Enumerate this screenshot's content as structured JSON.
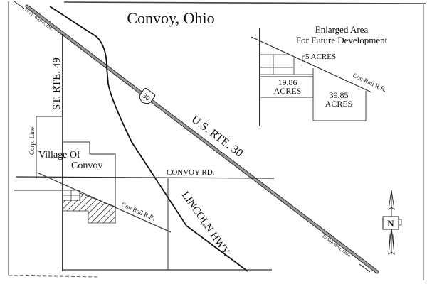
{
  "title": "Convoy, Ohio",
  "inset": {
    "title_line1": "Enlarged Area",
    "title_line2": "For Future Development",
    "parcel_small": "5 ACRES",
    "parcel_left_num": "19.86",
    "parcel_left_unit": "ACRES",
    "parcel_right_num": "39.85",
    "parcel_right_unit": "ACRES",
    "rail_label": "Con Rail R.R."
  },
  "roads": {
    "us30": "U.S. RTE. 30",
    "us30_shield": "30",
    "st49": "ST. RTE. 49",
    "convoy_rd": "CONVOY RD.",
    "lincoln_hwy": "LINCOLN HWY.",
    "to_ft_wayne": "To Ft. Wayne, Ind.",
    "to_van_wert": "To Van Wert, Ohio"
  },
  "village": {
    "line1": "Village Of",
    "line2": "Convoy",
    "corp_line": "Corp. Line"
  },
  "rail": {
    "label": "Con Rail R.R."
  },
  "compass": {
    "letter": "N"
  },
  "colors": {
    "ink": "#111111",
    "highway": "#8a8a8a",
    "paper": "#ffffff"
  }
}
